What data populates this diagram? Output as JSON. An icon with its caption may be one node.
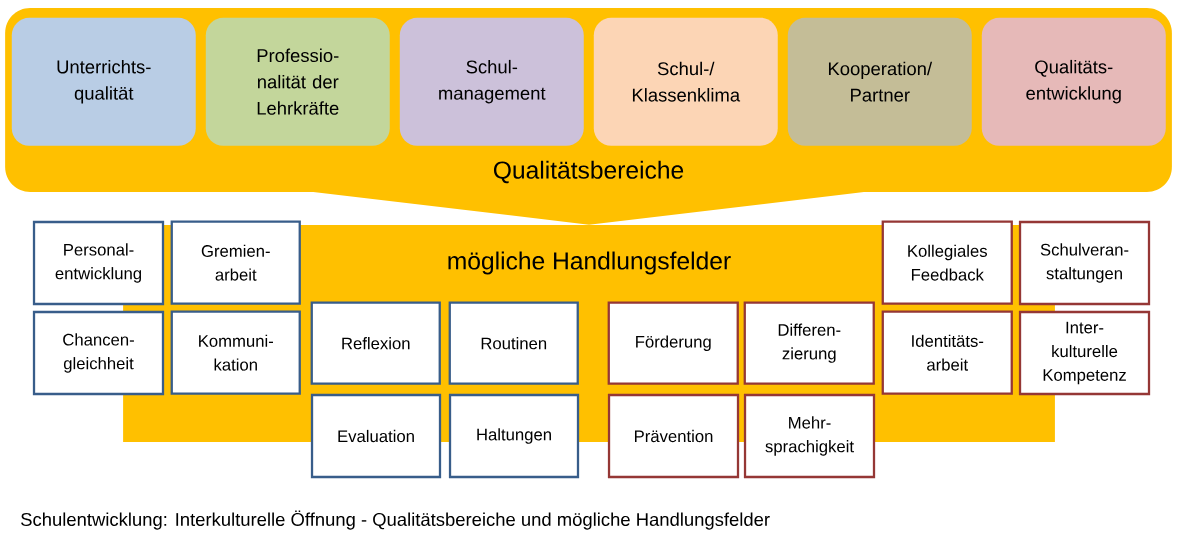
{
  "diagram": {
    "caption": "Schulentwicklung: Interkulturelle Öffnung - Qualitätsbereiche und mögliche Handlungsfelder",
    "nodes": [
      {
        "text": [
          "Qualitätsbereiche"
        ]
      },
      {
        "text": [
          "Unterrichts- qualität"
        ],
        "in": 0
      },
      {
        "text": [
          "Professio- nalität der Lehrkräfte"
        ],
        "in": 0
      },
      {
        "text": [
          "Schul- management"
        ],
        "in": 0
      },
      {
        "text": [
          "Schul-/ Klassenklima"
        ],
        "in": 0
      },
      {
        "text": [
          "Kooperation/ Partner"
        ],
        "in": 0
      },
      {
        "text": [
          "Qualitäts- entwicklung"
        ],
        "in": 0
      },
      {
        "text": [
          "mögliche Handlungsfelder"
        ]
      },
      {
        "text": [
          "Personal- entwicklung"
        ]
      },
      {
        "text": [
          "Gremien- arbeit"
        ],
        "in": 7
      },
      {
        "text": [
          "Chancen- gleichheit"
        ]
      },
      {
        "text": [
          "Kommuni- kation"
        ],
        "in": 7
      },
      {
        "text": [
          "Reflexion"
        ],
        "in": 7
      },
      {
        "text": [
          "Routinen"
        ],
        "in": 7
      },
      {
        "text": [
          "Evaluation"
        ]
      },
      {
        "text": [
          "Haltungen"
        ]
      },
      {
        "text": [
          "Förderung"
        ],
        "in": 7
      },
      {
        "text": [
          "Differen- zierung"
        ],
        "in": 7
      },
      {
        "text": [
          "Prävention"
        ]
      },
      {
        "text": [
          "Mehr- sprachigkeit"
        ]
      },
      {
        "text": [
          "Kollegiales Feedback"
        ],
        "in": 7
      },
      {
        "text": [
          "Schulveran- staltungen"
        ]
      },
      {
        "text": [
          "Identitäts- arbeit"
        ],
        "in": 7
      },
      {
        "text": [
          "Inter- kulturelle Kompetenz"
        ]
      }
    ],
    "edges": [
      {
        "from": 0,
        "to": 7,
        "arrow": "to"
      }
    ]
  }
}
